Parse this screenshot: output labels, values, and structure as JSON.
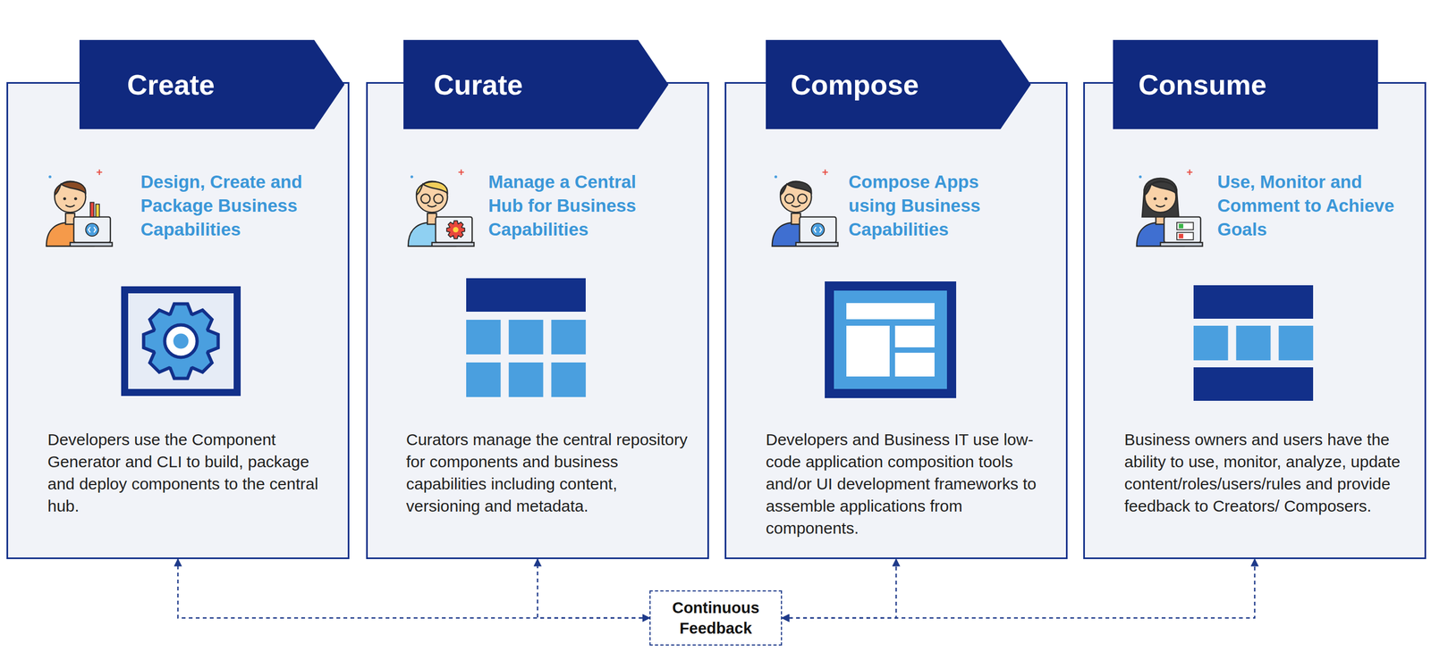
{
  "diagram": {
    "nodes": [
      {
        "text": [
          "Create",
          "Design, Create and Package Business Capabilities",
          "Developers use the Component Generator and CLI to build, package and deploy components to the central hub."
        ]
      },
      {
        "text": [
          "Curate",
          "Manage a Central Hub for Business Capabilities",
          "Curators manage the central repository for components and business capabilities including content, versioning and metadata."
        ]
      },
      {
        "text": [
          "Compose",
          "Compose Apps using Business Capabilities",
          "Developers and Business IT use low-code application composition tools and/or UI development frameworks to assemble applications from components."
        ]
      },
      {
        "text": [
          "Consume",
          "Use, Monitor and Comment to Achieve Goals",
          "Business owners and users have the ability to use, monitor, analyze, update content/roles/users/rules and provide feedback to Creators/ Composers."
        ]
      },
      {
        "text": [
          "Continuous Feedback"
        ]
      }
    ],
    "edges": [
      {
        "from": 4,
        "to": 0,
        "arrow": "both"
      },
      {
        "from": 4,
        "to": 1,
        "arrow": "both"
      },
      {
        "from": 4,
        "to": 2,
        "arrow": "both"
      },
      {
        "from": 4,
        "to": 3,
        "arrow": "both"
      }
    ]
  }
}
